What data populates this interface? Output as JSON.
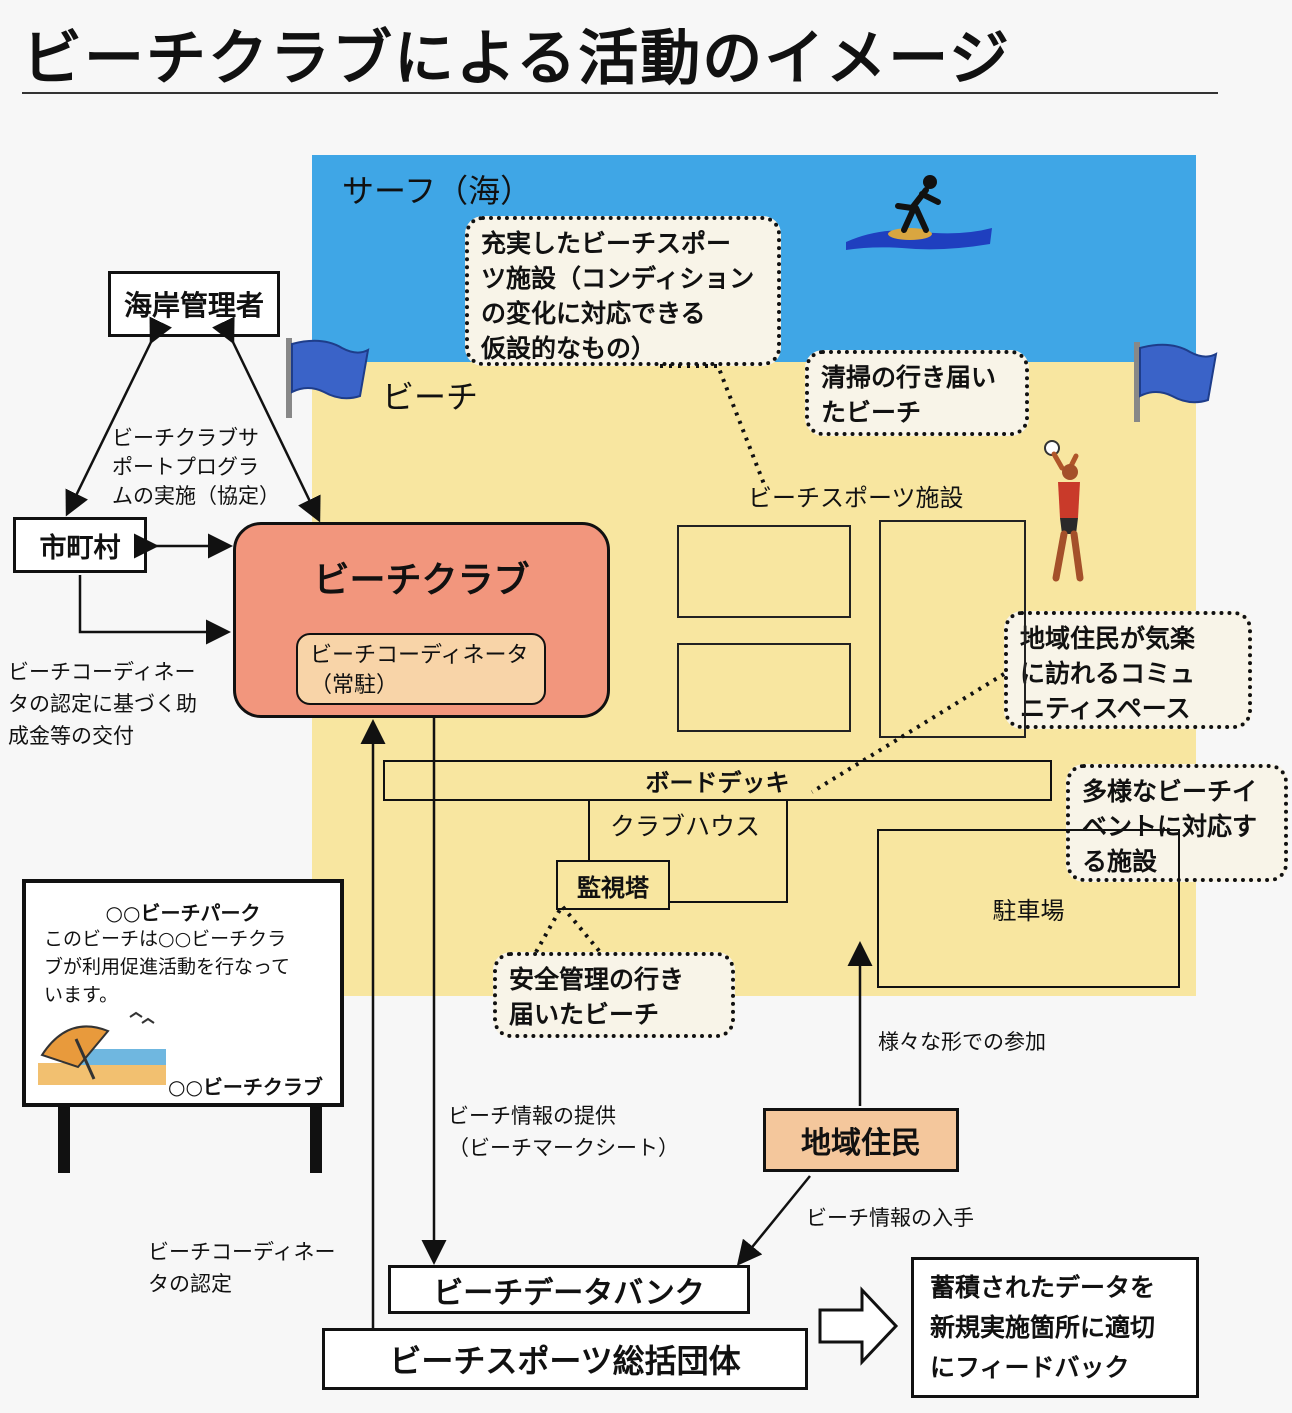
{
  "title": "ビーチクラブによる活動のイメージ",
  "zones": {
    "sea": "サーフ（海）",
    "beach": "ビーチ"
  },
  "boxes": {
    "coast_manager": "海岸管理者",
    "municipality": "市町村",
    "beach_club": "ビーチクラブ",
    "coordinator_line1": "ビーチコーディネータ",
    "coordinator_line2": "（常駐）",
    "board_deck": "ボードデッキ",
    "club_house": "クラブハウス",
    "watchtower": "監視塔",
    "parking": "駐車場",
    "residents": "地域住民",
    "data_bank": "ビーチデータバンク",
    "umbrella_org": "ビーチスポーツ総括団体",
    "feedback": [
      "蓄積されたデータを",
      "新規実施箇所に適切",
      "にフィードバック"
    ]
  },
  "facility_label": "ビーチスポーツ施設",
  "callouts": {
    "sports_facility": [
      "充実したビーチスポー",
      "ツ施設（コンディション",
      "の変化に対応できる",
      "仮設的なもの）"
    ],
    "clean": [
      "清掃の行き届い",
      "たビーチ"
    ],
    "community": [
      "地域住民が気楽",
      "に訪れるコミュ",
      "ニティスペース"
    ],
    "events": [
      "多様なビーチイ",
      "ベントに対応す",
      "る施設"
    ],
    "safety": [
      "安全管理の行き",
      "届いたビーチ"
    ]
  },
  "notes": {
    "support_program": [
      "ビーチクラブサ",
      "ポートプログラ",
      "ムの実施（協定）"
    ],
    "subsidy": [
      "ビーチコーディネー",
      "タの認定に基づく助",
      "成金等の交付"
    ],
    "certification": [
      "ビーチコーディネー",
      "タの認定"
    ],
    "info_provision": [
      "ビーチ情報の提供",
      "（ビーチマークシート）"
    ],
    "participation": "様々な形での参加",
    "info_acquire": "ビーチ情報の入手"
  },
  "sign": {
    "title": "○○ビーチパーク",
    "body": [
      "このビーチは○○ビーチクラ",
      "ブが利用促進活動を行なって",
      "います。"
    ],
    "footer": "○○ビーチクラブ"
  },
  "colors": {
    "sea": "#3fa6e6",
    "beach": "#f8e6a0",
    "club": "#f2967d",
    "coordinator": "#f8d4a8",
    "residents": "#f4c79c",
    "flag": "#3a63c8"
  }
}
